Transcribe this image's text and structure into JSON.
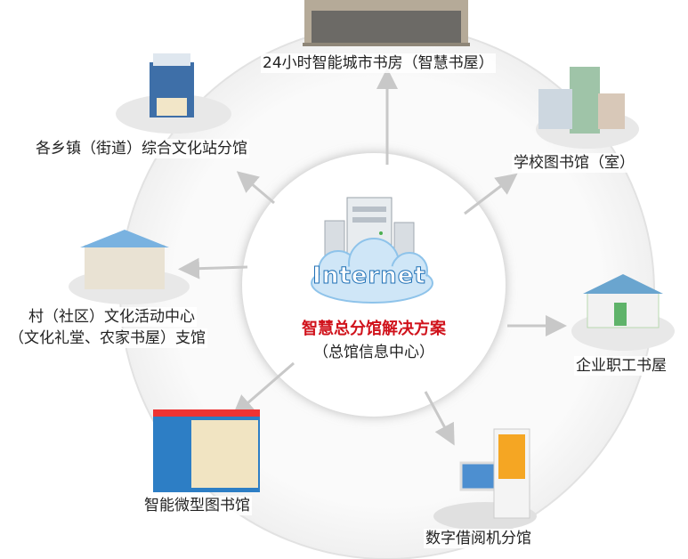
{
  "center": {
    "cloud_text": "Internet",
    "title": "智慧总分馆解决方案",
    "subtitle": "（总馆信息中心）"
  },
  "nodes": {
    "city_bookroom": "24小时智能城市书房（智慧书屋）",
    "town_branch": "各乡镇（街道）综合文化站分馆",
    "school_library": "学校图书馆（室）",
    "village_center_line1": "村（社区）文化活动中心",
    "village_center_line2": "（文化礼堂、农家书屋）支馆",
    "enterprise_bookroom": "企业职工书屋",
    "micro_library": "智能微型图书馆",
    "digital_kiosk": "数字借阅机分馆"
  },
  "colors": {
    "accent": "#d0121b",
    "arrow": "#c8c8c8",
    "ring": "#e0e0e0",
    "cloud": "#cfe6f7"
  }
}
